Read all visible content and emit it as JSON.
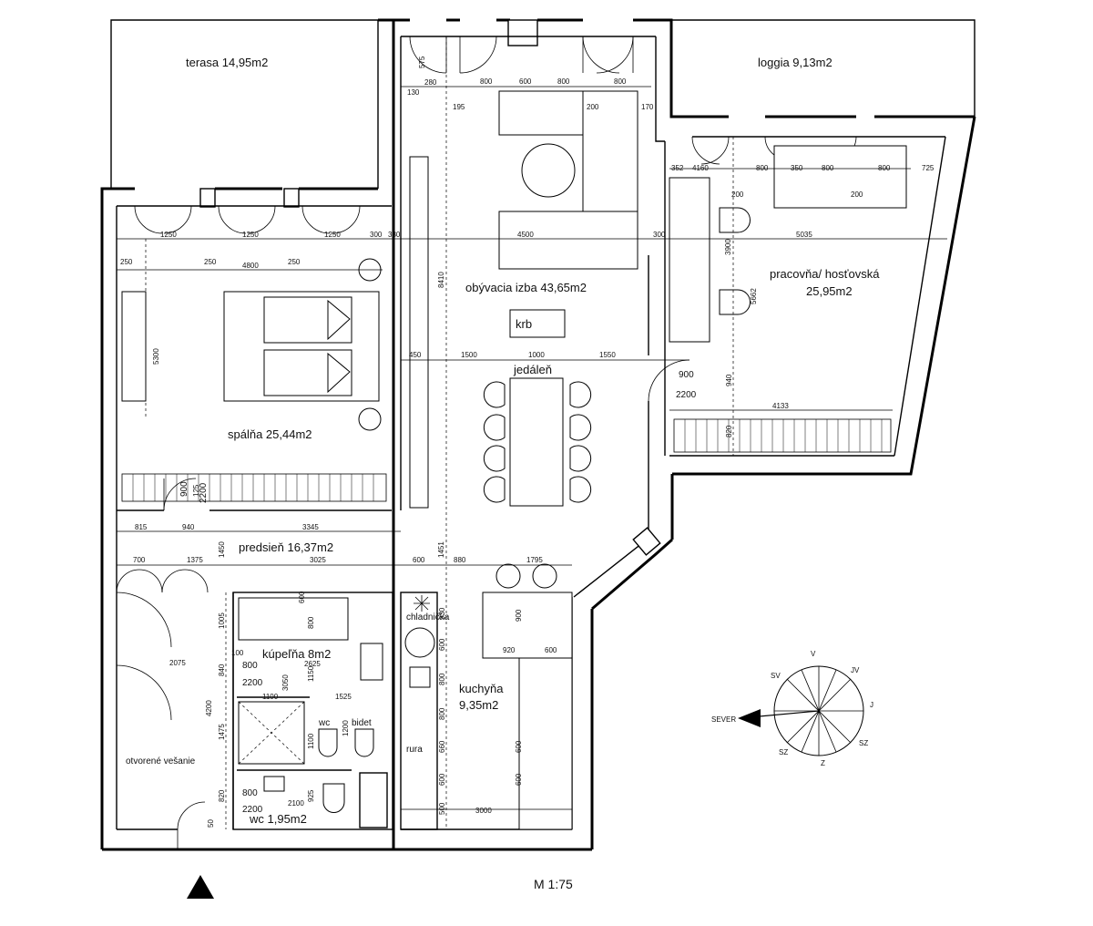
{
  "rooms": {
    "terasa": "terasa 14,95m2",
    "loggia": "loggia 9,13m2",
    "obyvacia": "obývacia izba 43,65m2",
    "pracovna_1": "pracovňa/ hosťovská",
    "pracovna_2": "25,95m2",
    "spalna": "spálňa 25,44m2",
    "jedalen": "jedáleň",
    "predsien": "predsieň 16,37m2",
    "kupelna": "kúpeľňa 8m2",
    "kuchyna_1": "kuchyňa",
    "kuchyna_2": "9,35m2",
    "wc_room": "wc 1,95m2",
    "vesanie": "otvorené vešanie"
  },
  "fixtures": {
    "krb": "krb",
    "chladnicka": "chladnička",
    "rura": "rura",
    "wc": "wc",
    "bidet": "bidet"
  },
  "compass": {
    "sever": "SEVER",
    "sv": "SV",
    "s": "V",
    "jv": "JV",
    "j": "J",
    "sz": "SZ",
    "z": "Z",
    "jz": "SZ"
  },
  "scale": "M 1:75",
  "dims": {
    "d575": "575",
    "d280": "280",
    "d130": "130",
    "d800a": "800",
    "d600a": "600",
    "d800b": "800",
    "d800c": "800",
    "d195": "195",
    "d200a": "200",
    "d170": "170",
    "d352": "352",
    "d4160": "4160",
    "d800d": "800",
    "d350": "350",
    "d800e": "800",
    "d800f": "800",
    "d725": "725",
    "d200b": "200",
    "d200c": "200",
    "d1250a": "1250",
    "d1250b": "1250",
    "d1250c": "1250",
    "d300a": "300",
    "d380": "380",
    "d4500": "4500",
    "d300b": "300",
    "d5035": "5035",
    "d250a": "250",
    "d250b": "250",
    "d4800": "4800",
    "d250c": "250",
    "d3900": "3900",
    "d8410": "8410",
    "d5662": "5662",
    "d5300": "5300",
    "d450": "450",
    "d1500": "1500",
    "d1000": "1000",
    "d1550": "1550",
    "d900a": "900",
    "d2200a": "2200",
    "d940a": "940",
    "d4133": "4133",
    "d820a": "820",
    "d900b": "900",
    "d125": "125",
    "d2200b": "2200",
    "d815": "815",
    "d940b": "940",
    "d3345": "3345",
    "d700": "700",
    "d1375": "1375",
    "d1450": "1450",
    "d3025": "3025",
    "d600b": "600",
    "d1451": "1451",
    "d880": "880",
    "d1795": "1795",
    "d1005": "1005",
    "d600c": "600",
    "d930": "930",
    "d800g": "800",
    "d900c": "900",
    "d100": "100",
    "d800h": "800",
    "d2625": "2625",
    "d920": "920",
    "d600d": "600",
    "d2200c": "2200",
    "d840": "840",
    "d1150": "1150",
    "d3050": "3050",
    "d2075": "2075",
    "d1100a": "1100",
    "d1525": "1525",
    "d4200": "4200",
    "d1475": "1475",
    "d1200": "1200",
    "d1100b": "1100",
    "d600e": "600",
    "d800i": "800",
    "d800j": "800",
    "d660": "660",
    "d600f": "600",
    "d600g": "600",
    "d600h": "600",
    "d500": "500",
    "d800k": "800",
    "d2200d": "2200",
    "d820b": "820",
    "d2100": "2100",
    "d925": "925",
    "d3000": "3000",
    "d50": "50"
  }
}
